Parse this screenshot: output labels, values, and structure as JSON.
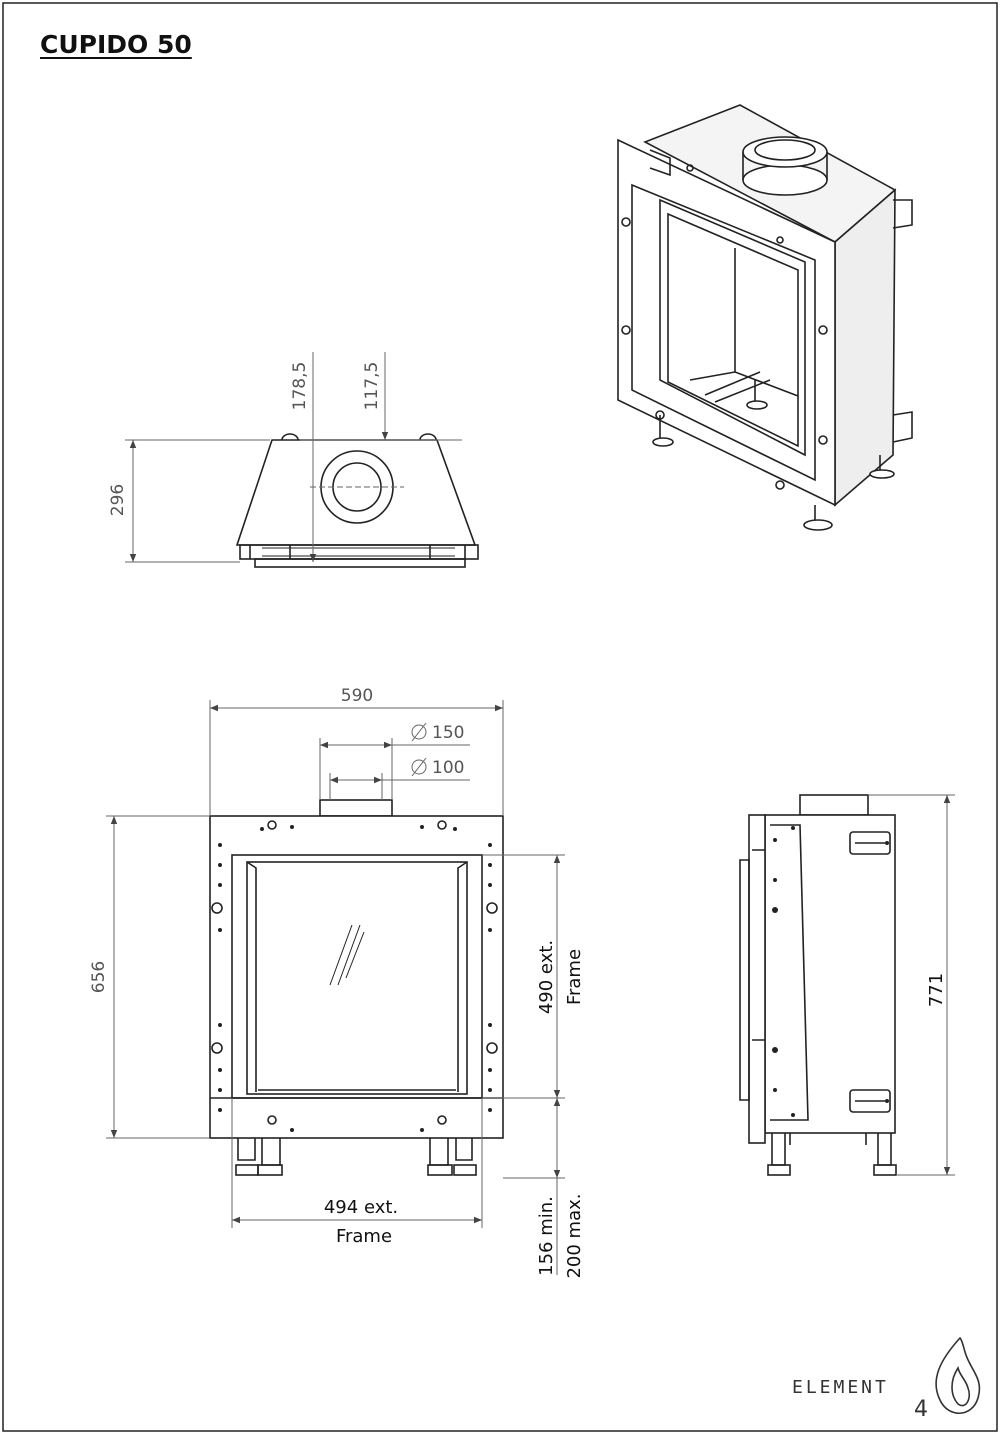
{
  "title": "CUPIDO 50",
  "top_view": {
    "dim_depth": "296",
    "dim_flue_front": "178,5",
    "dim_flue_offset": "117,5"
  },
  "front_view": {
    "dim_width": "590",
    "dim_flue_outer": "150",
    "dim_flue_inner": "100",
    "dim_height": "656",
    "dim_frame_height": "490 ext.",
    "dim_frame_height_label": "Frame",
    "dim_frame_width": "494 ext.",
    "dim_frame_width_label": "Frame",
    "dim_leg_min": "156 min.",
    "dim_leg_max": "200 max."
  },
  "side_view": {
    "dim_total_height": "771"
  },
  "logo": {
    "text": "ELEMENT",
    "number": "4"
  },
  "colors": {
    "line": "#222222",
    "dimension": "#777777"
  }
}
